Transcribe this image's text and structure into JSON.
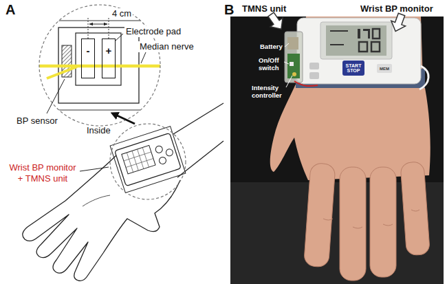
{
  "diagram": {
    "nodes": [
      {
        "text": [
          "-"
        ]
      },
      {
        "text": [
          "+"
        ]
      },
      {
        "text": [
          "START STOP"
        ]
      },
      {
        "text": [
          "MEM"
        ]
      }
    ],
    "labels": [
      "A",
      "4 cm",
      "Electrode pad",
      "Median nerve",
      "BP sensor",
      "Inside",
      "Wrist BP monitor + TMNS unit",
      "B",
      "TMNS unit",
      "Wrist BP monitor",
      "Battery",
      "On/Off switch",
      "Intensity controller"
    ]
  }
}
